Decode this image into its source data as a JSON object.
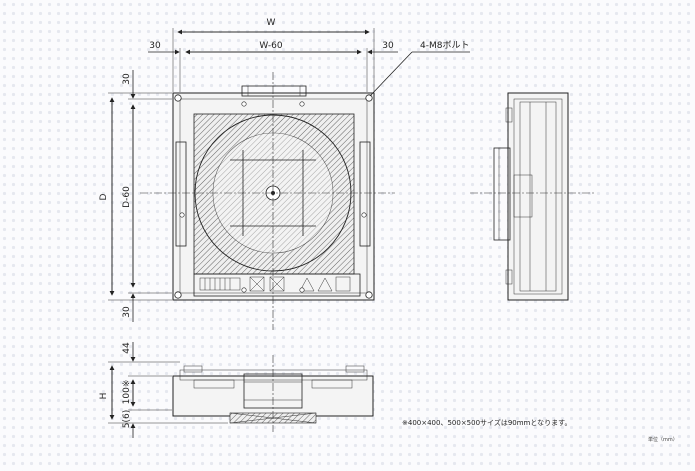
{
  "dimensions": {
    "width_top": "W",
    "margin_left_top": "30",
    "inner_width": "W-60",
    "margin_right_top": "30",
    "bolt_callout": "4-M8ボルト",
    "left_top_margin": "30",
    "depth": "D",
    "inner_depth": "D-60",
    "left_bottom_margin": "30",
    "height_total": "H",
    "height_top": "44",
    "height_mid": "100※",
    "height_bottom": "5(6)"
  },
  "notes": {
    "size_note": "※400×400、500×500サイズは90mmとなります。",
    "unit_label": "単位（mm）"
  }
}
